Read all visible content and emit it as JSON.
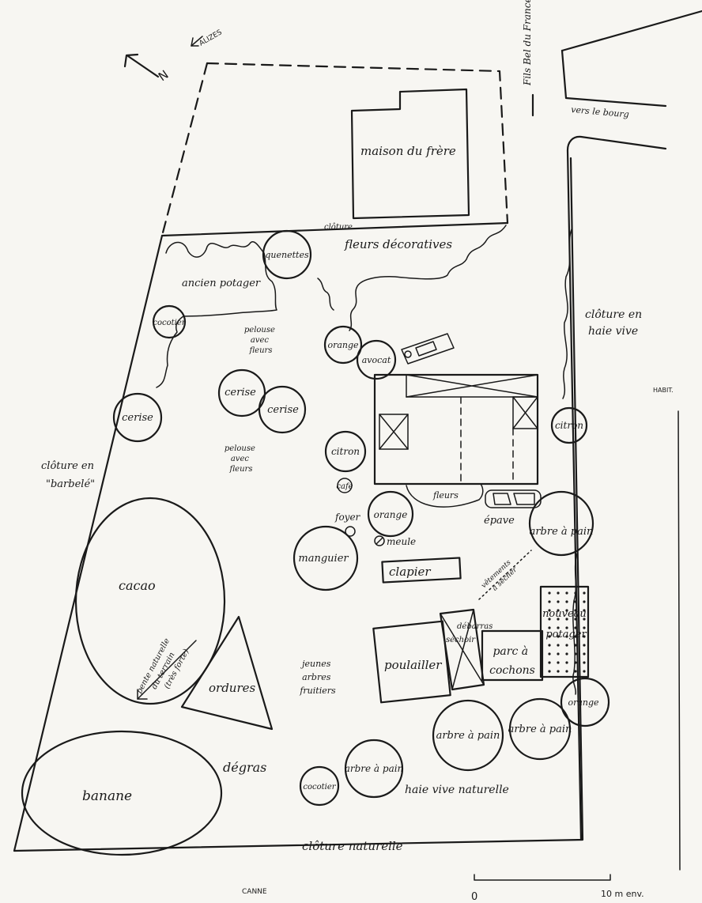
{
  "compass": {
    "north": "N",
    "wind": "ALIZES"
  },
  "roads": {
    "road_label": "Fils Bel du France",
    "village_label": "vers le bourg"
  },
  "edge_label": "HABIT.",
  "buildings": {
    "brother_house": "maison du frère",
    "separator": "clôture"
  },
  "labels": {
    "fleurs_decoratives": "fleurs décoratives",
    "ancien_potager": "ancien potager",
    "pelouse_fleurs_1": [
      "pelouse",
      "avec",
      "fleurs"
    ],
    "pelouse_fleurs_2": [
      "pelouse",
      "avec",
      "fleurs"
    ],
    "cloture_barbele": [
      "clôture en",
      "\"barbelé\""
    ],
    "cloture_haie": [
      "clôture en",
      "haie vive"
    ],
    "fleurs": "fleurs",
    "epave": "épave",
    "clapier": "clapier",
    "vetements": [
      "vêtements",
      "à sécher"
    ],
    "nouveau_potager": [
      "nouveau",
      "potager"
    ],
    "poulailler": "poulailler",
    "debarras": [
      "débarras",
      "séchoir"
    ],
    "parc_cochons": [
      "parc à",
      "cochons"
    ],
    "jeunes_arbres": [
      "jeunes",
      "arbres",
      "fruitiers"
    ],
    "ordures": "ordures",
    "cacao": "cacao",
    "pente": [
      "pente naturelle",
      "du terrain",
      "(très forte)"
    ],
    "banane": "banane",
    "degras": "dégras",
    "haie_naturelle": "haie vive naturelle",
    "cloture_naturelle": "clôture naturelle",
    "canne": "CANNE"
  },
  "trees": [
    {
      "label": "quenettes"
    },
    {
      "label": "cocotier"
    },
    {
      "label": "cerise"
    },
    {
      "label": "cerise"
    },
    {
      "label": "cerise"
    },
    {
      "label": "orange"
    },
    {
      "label": "avocat"
    },
    {
      "label": "citron"
    },
    {
      "label": "citron"
    },
    {
      "label": "orange"
    },
    {
      "label": "manguier"
    },
    {
      "label": "arbre à pain"
    },
    {
      "label": "arbre à pain"
    },
    {
      "label": "arbre à pain"
    },
    {
      "label": "orange"
    },
    {
      "label": "arbre à pain"
    },
    {
      "label": "cocotier"
    }
  ],
  "small_items": {
    "cafe": "cafe",
    "foyer": "foyer",
    "meule": "meule"
  },
  "scale": {
    "start": "0",
    "end": "10 m env."
  }
}
